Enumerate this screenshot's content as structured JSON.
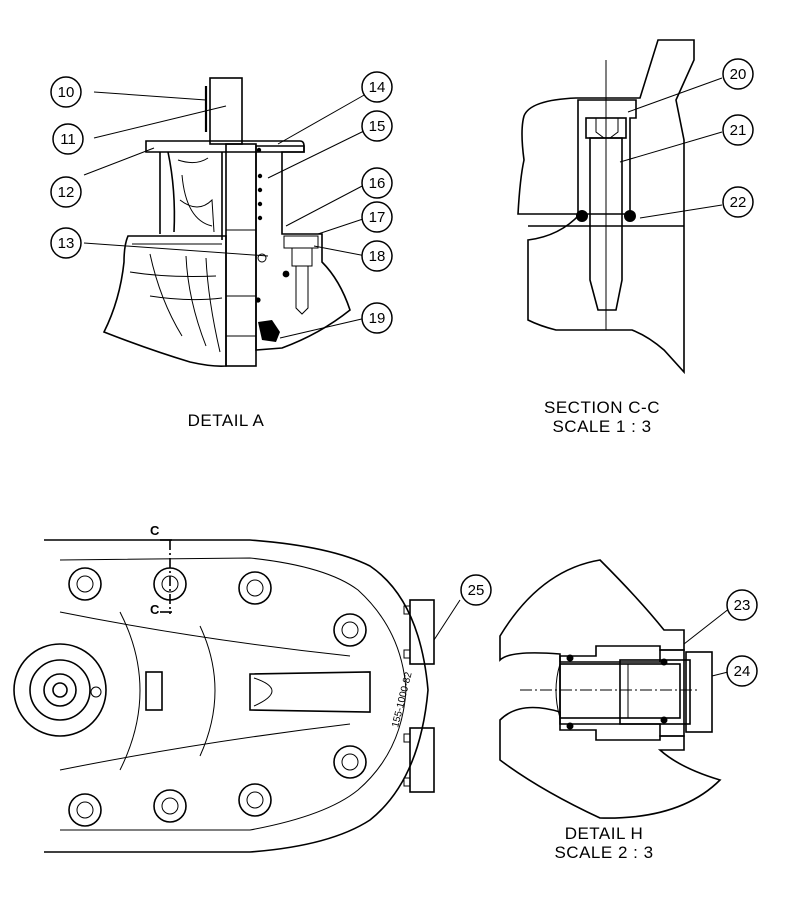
{
  "detail_a": {
    "caption": "DETAIL A",
    "balloons": [
      "10",
      "11",
      "12",
      "13",
      "14",
      "15",
      "16",
      "17",
      "18",
      "19"
    ]
  },
  "section_cc": {
    "caption_line1": "SECTION C-C",
    "caption_line2": "SCALE 1 : 3",
    "balloons": [
      "20",
      "21",
      "22"
    ]
  },
  "main_view": {
    "section_label_top": "C",
    "section_label_bottom": "C",
    "part_marking": "155-1000-82",
    "balloons": [
      "25"
    ]
  },
  "detail_h": {
    "caption_line1": "DETAIL H",
    "caption_line2": "SCALE 2 : 3",
    "balloons": [
      "23",
      "24"
    ]
  }
}
